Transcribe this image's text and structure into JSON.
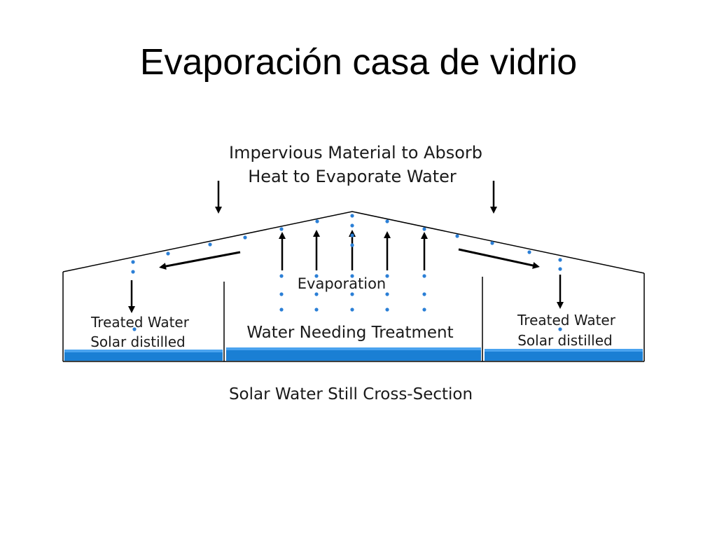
{
  "slide": {
    "title": "Evaporación casa de vidrio"
  },
  "diagram": {
    "top_label_line1": "Impervious Material to Absorb",
    "top_label_line2": "Heat to Evaporate Water",
    "center_label": "Evaporation",
    "left_basin_line1": "Treated Water",
    "left_basin_line2": "Solar distilled",
    "center_basin_label": "Water Needing Treatment",
    "right_basin_line1": "Treated Water",
    "right_basin_line2": "Solar distilled",
    "caption": "Solar Water Still Cross-Section",
    "colors": {
      "water": "#1a7fd4",
      "water_light": "#4aa3ef",
      "droplet": "#2b7fd6",
      "line": "#000000"
    }
  }
}
